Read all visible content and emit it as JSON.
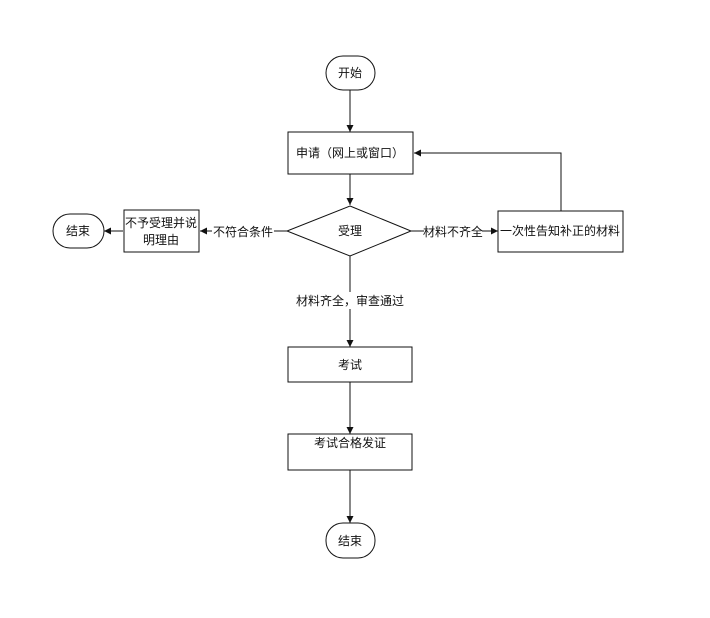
{
  "flowchart": {
    "start": "开始",
    "apply": "申请（网上或窗口）",
    "accept": "受理",
    "reject": "不予受理并说\n明理由",
    "end_left": "结束",
    "notify": "一次性告知补正的材料",
    "exam": "考试",
    "certify": "考试合格发证",
    "end_bottom": "结束",
    "edge_not_meet": "不符合条件",
    "edge_incomplete": "材料不齐全",
    "edge_pass": "材料齐全，审查通过"
  }
}
